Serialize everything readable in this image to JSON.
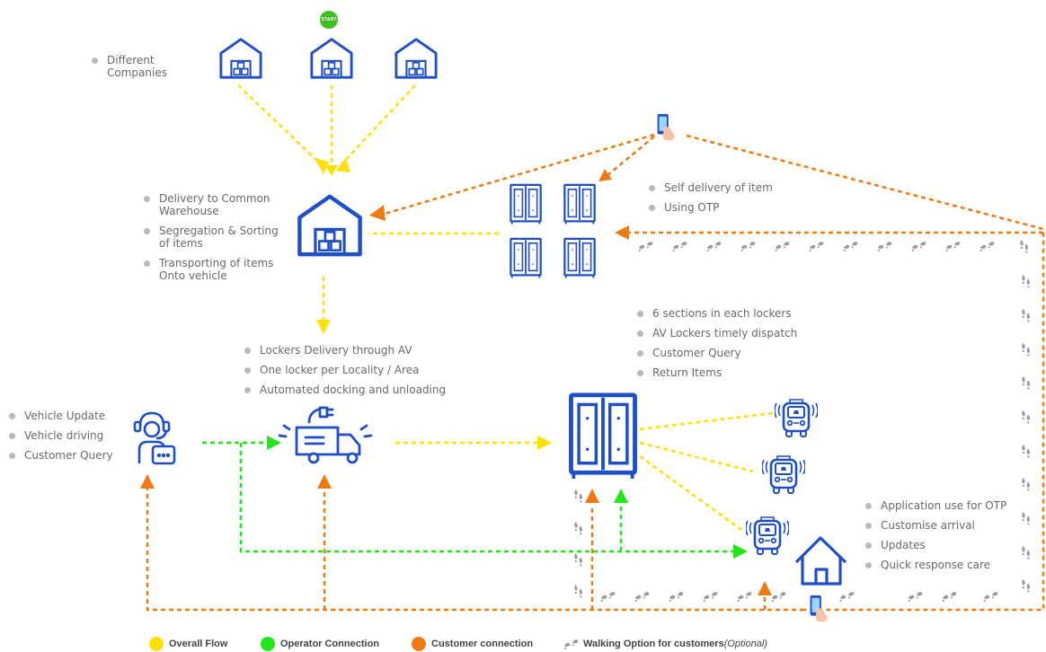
{
  "start_badge": "START",
  "lists": {
    "companies": [
      "Different Companies"
    ],
    "warehouse": [
      "Delivery to Common Warehouse",
      "Segregation & Sorting of items",
      "Transporting of items Onto vehicle"
    ],
    "lockers_self": [
      "Self delivery of item",
      "Using OTP"
    ],
    "av_delivery": [
      "Lockers Delivery through AV",
      "One locker per Locality / Area",
      "Automated docking and unloading"
    ],
    "locker_sections": [
      "6 sections in each lockers",
      "AV Lockers timely dispatch",
      "Customer Query",
      "Return Items"
    ],
    "operator": [
      "Vehicle Update",
      "Vehicle driving",
      "Customer Query"
    ],
    "customer_app": [
      "Application use for OTP",
      "Customise arrival",
      "Updates",
      "Quick response care"
    ]
  },
  "legend": {
    "overall": "Overall Flow",
    "operator": "Operator Connection",
    "customer": "Customer connection",
    "walking": "Walking Option for customers",
    "walking_suffix": "(Optional)"
  },
  "colors": {
    "overall_flow": "#ffe000",
    "operator_connection": "#22e61a",
    "customer_connection": "#f07a12",
    "icon_blue": "#1e4fc9",
    "footprint_gray": "#9c9c9c"
  },
  "icons": [
    "warehouse-icon",
    "smartphone-icon",
    "locker-icon",
    "operator-headset-icon",
    "electric-truck-icon",
    "autonomous-vehicle-icon",
    "home-icon",
    "footprints-icon"
  ]
}
